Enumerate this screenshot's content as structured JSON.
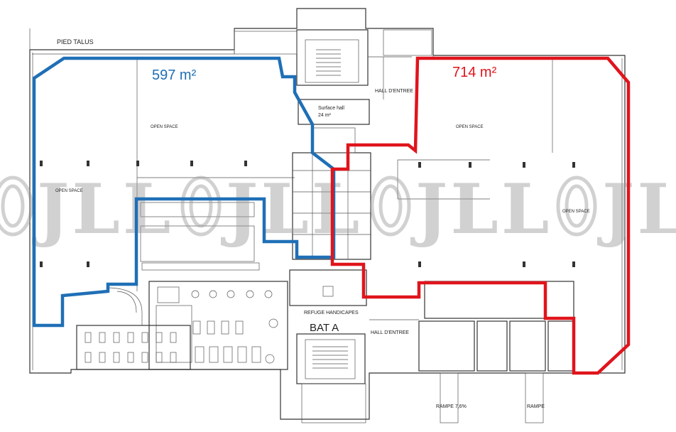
{
  "labels": {
    "pied_talus": "PIED TALUS",
    "open_space_left": "OPEN SPACE",
    "open_space_left_small": "OPEN SPACE",
    "surface_hall": "Surface hall",
    "surface_hall_area": "24 m²",
    "hall_entree_top": "HALL D'ENTREE",
    "open_space_right": "OPEN SPACE",
    "open_space_right2": "OPEN SPACE",
    "refuge": "REFUGE HANDICAPES",
    "bat_a": "BAT A",
    "hall_entree_bottom": "HALL D'ENTREE",
    "rampe_left": "RAMPE 7,6%",
    "rampe_right": "RAMPE"
  },
  "areas": {
    "blue": {
      "value": "597 m²",
      "color": "#1f6fb6"
    },
    "red": {
      "value": "714 m²",
      "color": "#e0141c"
    }
  },
  "watermark": {
    "text": "JLL",
    "logo": "jll-logo-watermark"
  }
}
